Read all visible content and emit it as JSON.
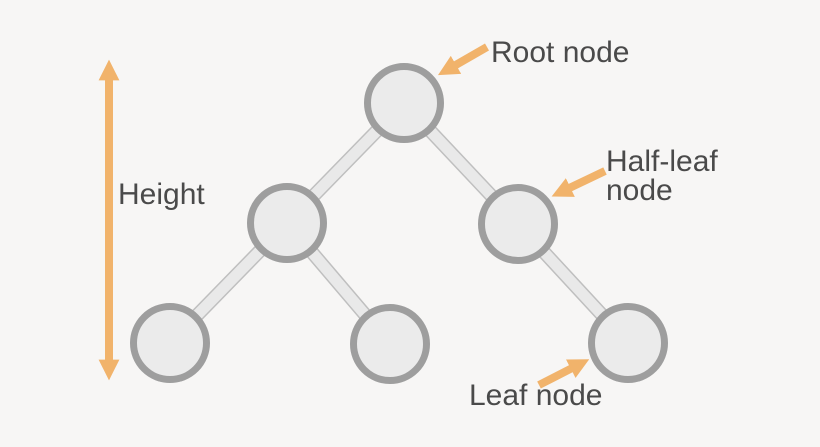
{
  "diagram": {
    "type": "binary-tree",
    "labels": {
      "height": "Height",
      "root": "Root node",
      "half_leaf": {
        "line1": "Half-leaf",
        "line2": "node"
      },
      "leaf": "Leaf node"
    },
    "colors": {
      "background": "#f7f6f5",
      "node_fill": "#ebebeb",
      "node_border": "#9e9e9e",
      "edge_fill": "#e9e9e9",
      "edge_border": "#bfbfbf",
      "arrow": "#f1b36b",
      "text": "#4a4a4a"
    },
    "structure": {
      "node_count": 6,
      "levels": 3,
      "nodes": [
        {
          "id": "root",
          "level": 1,
          "annotation": "Root node"
        },
        {
          "id": "internal-left",
          "level": 2,
          "annotation": ""
        },
        {
          "id": "half-leaf",
          "level": 2,
          "annotation": "Half-leaf node"
        },
        {
          "id": "leaf-left",
          "level": 3,
          "annotation": ""
        },
        {
          "id": "leaf-middle",
          "level": 3,
          "annotation": ""
        },
        {
          "id": "leaf-right",
          "level": 3,
          "annotation": "Leaf node"
        }
      ],
      "edges": [
        [
          "root",
          "internal-left"
        ],
        [
          "root",
          "half-leaf"
        ],
        [
          "internal-left",
          "leaf-left"
        ],
        [
          "internal-left",
          "leaf-middle"
        ],
        [
          "half-leaf",
          "leaf-right"
        ]
      ]
    }
  }
}
